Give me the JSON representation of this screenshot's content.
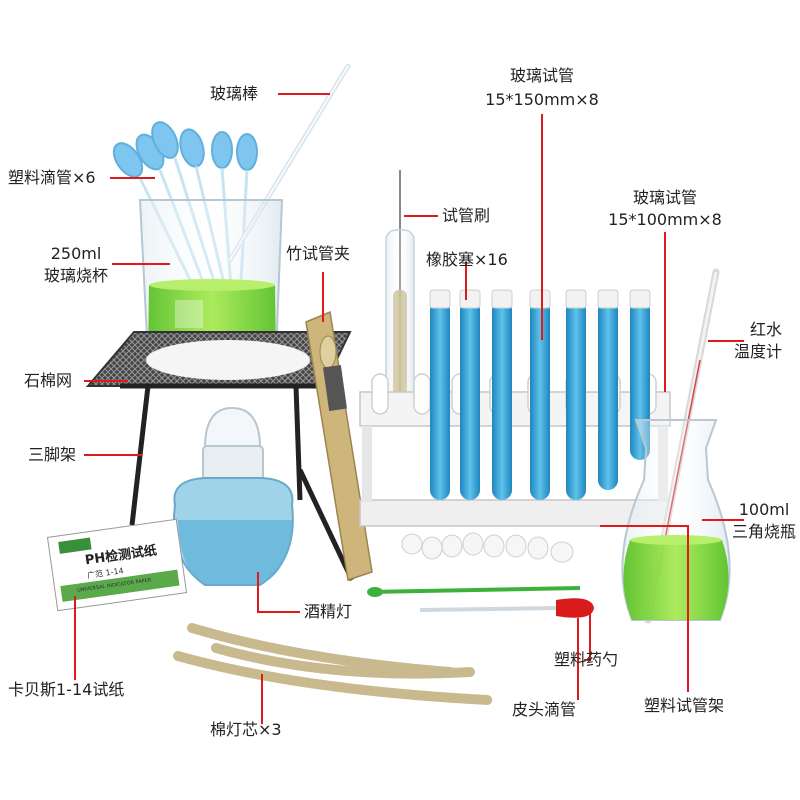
{
  "labels": {
    "glass_rod": "玻璃棒",
    "plastic_dropper": "塑料滴管×6",
    "beaker_size": "250ml",
    "beaker_name": "玻璃烧杯",
    "asbestos_net": "石棉网",
    "tripod": "三脚架",
    "test_tube_long_name": "玻璃试管",
    "test_tube_long_size": "15*150mm×8",
    "test_tube_brush": "试管刷",
    "rubber_stopper": "橡胶塞×16",
    "bamboo_clamp": "竹试管夹",
    "test_tube_short_name": "玻璃试管",
    "test_tube_short_size": "15*100mm×8",
    "thermometer_line1": "红水",
    "thermometer_line2": "温度计",
    "flask_size": "100ml",
    "flask_name": "三角烧瓶",
    "alcohol_lamp": "酒精灯",
    "ph_paper": "卡贝斯1-14试纸",
    "plastic_spoon": "塑料药勺",
    "rubber_dropper": "皮头滴管",
    "test_tube_rack": "塑料试管架",
    "cotton_wick": "棉灯芯×3"
  },
  "ph_card": {
    "title": "PH检测试纸",
    "range": "广范 1-14",
    "subtitle": "UNIVERSAL INDICATOR PAPER"
  },
  "colors": {
    "label_line": "#e0191c",
    "liquid_green": "#7ad63a",
    "liquid_blue": "#3ba7d6",
    "stopper": "#f2f2f2",
    "bamboo": "#c9b27a"
  }
}
